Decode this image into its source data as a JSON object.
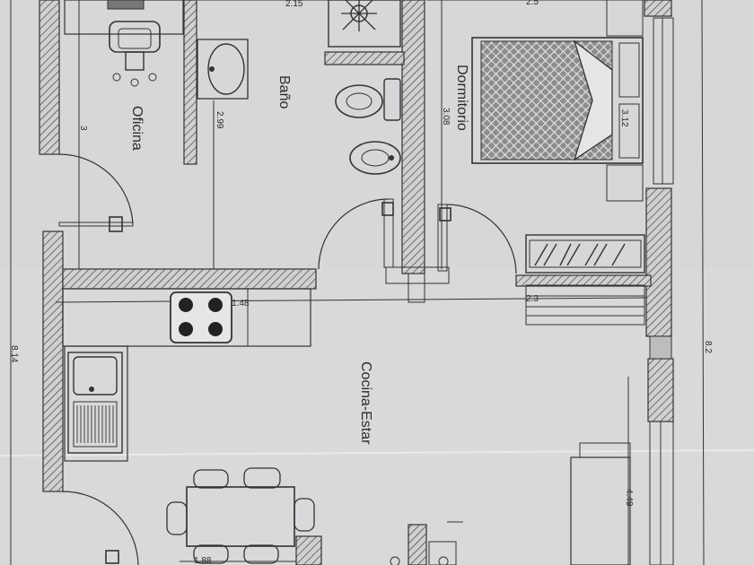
{
  "rooms": {
    "oficina": "Oficina",
    "bano": "Baño",
    "dormitorio": "Dormitorio",
    "cocina": "Cocina-Estar"
  },
  "dimensions": {
    "oficina_height": "3",
    "bano_width_top": "2.15",
    "bano_height": "2.99",
    "dormitorio_height": "3.08",
    "dormitorio_top": "2.5",
    "bed_length": "3.12",
    "kitchen_counter": "1.48",
    "corridor_width": "2.3",
    "total_left": "8.14",
    "total_right": "8.2",
    "estar_depth": "4.49",
    "table_width": "1.88"
  }
}
